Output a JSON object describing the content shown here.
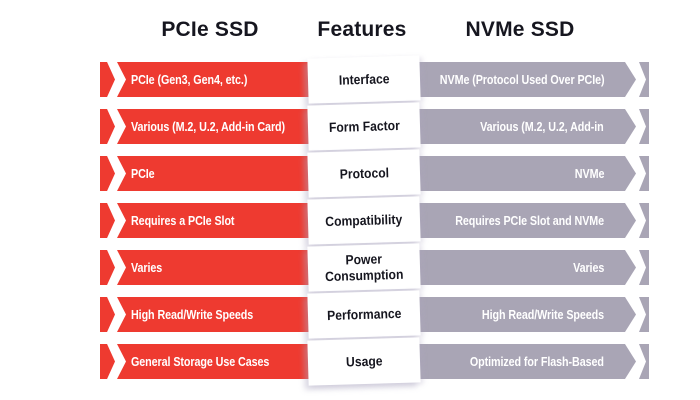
{
  "header": {
    "left": "PCIe SSD",
    "center": "Features",
    "right": "NVMe SSD"
  },
  "colors": {
    "red": "#ee3a30",
    "gray": "#a9a5b5",
    "ink": "#16161f",
    "background": "#ffffff",
    "bar_text": "#ffffff",
    "band_shadow": "#cfcbdd"
  },
  "rows": [
    {
      "left": "PCIe (Gen3, Gen4, etc.)",
      "feature": "Interface",
      "right": "NVMe (Protocol Used Over PCIe)"
    },
    {
      "left": "Various (M.2, U.2, Add-in Card)",
      "feature": "Form Factor",
      "right": "Various (M.2, U.2, Add-in"
    },
    {
      "left": "PCIe",
      "feature": "Protocol",
      "right": "NVMe"
    },
    {
      "left": "Requires a PCIe Slot",
      "feature": "Compatibility",
      "right": "Requires PCIe Slot and NVMe"
    },
    {
      "left": "Varies",
      "feature": "Power Consumption",
      "right": "Varies"
    },
    {
      "left": "High Read/Write Speeds",
      "feature": "Performance",
      "right": "High Read/Write Speeds"
    },
    {
      "left": "General Storage Use Cases",
      "feature": "Usage",
      "right": "Optimized for Flash-Based"
    }
  ]
}
